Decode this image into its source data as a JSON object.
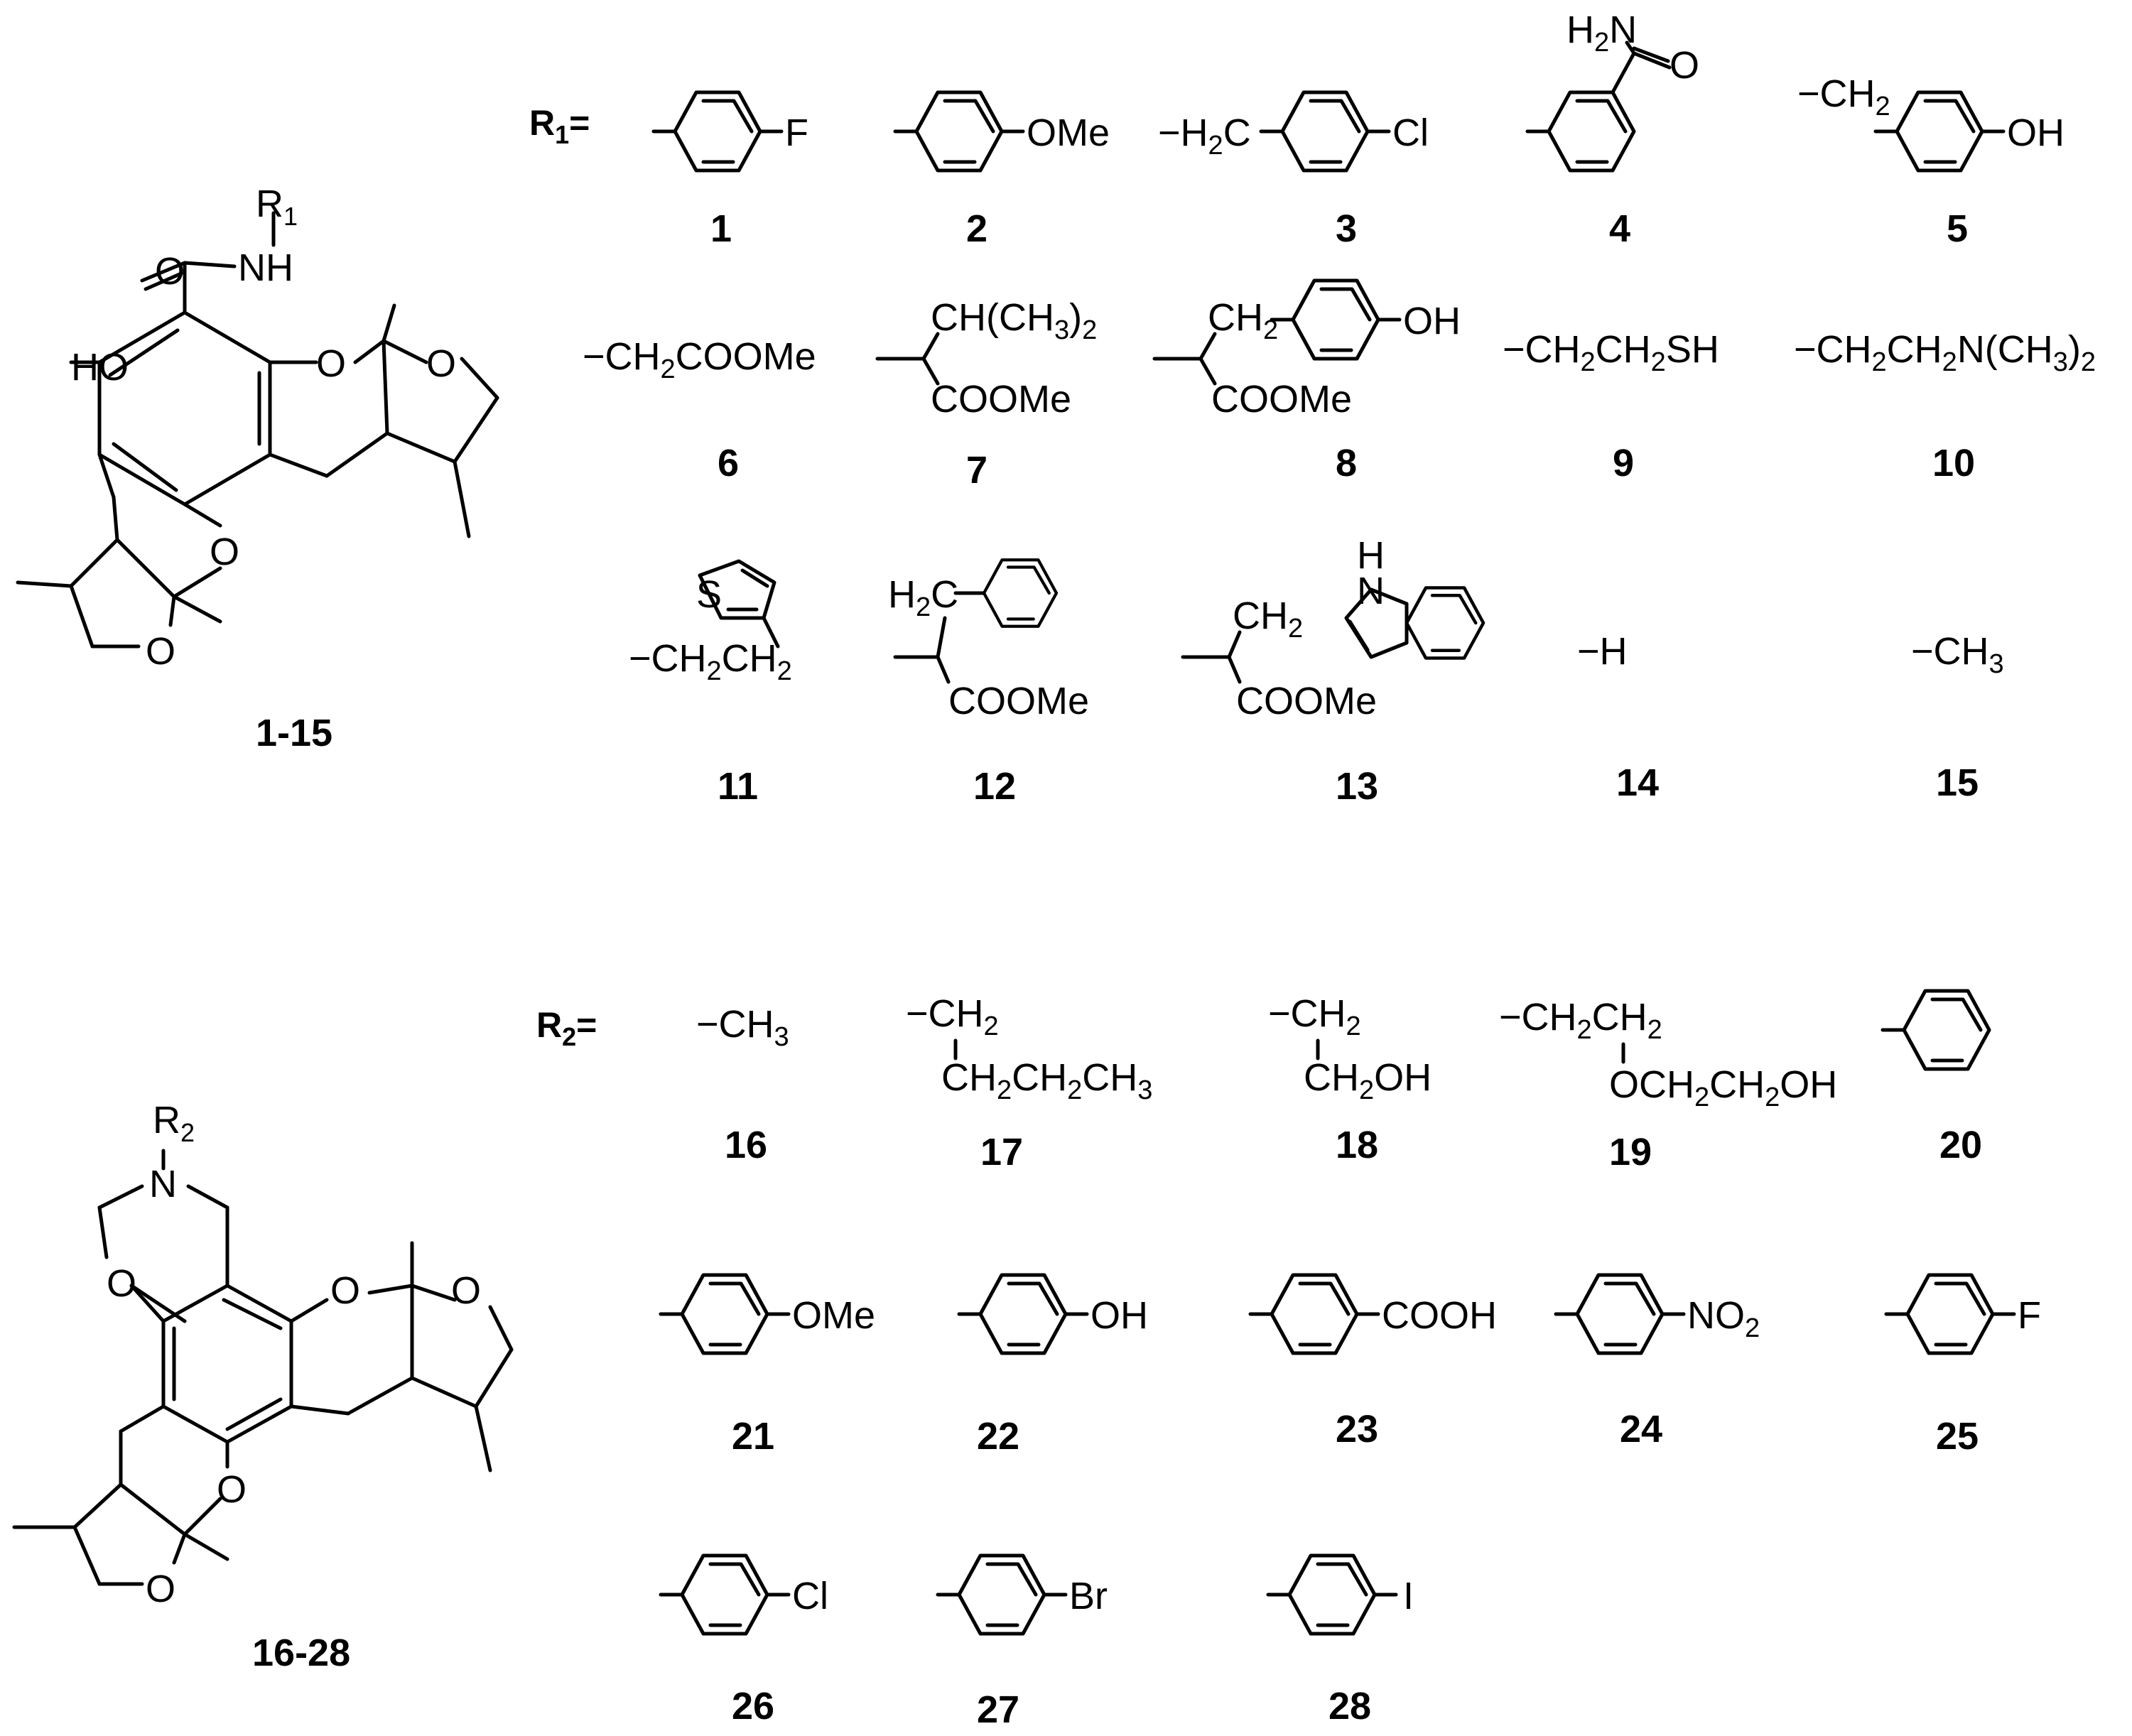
{
  "core1": {
    "compound_label": "1-15",
    "r_group_label": "R1",
    "atoms": {
      "nh": "NH",
      "o_carbonyl": "O",
      "ho": "HO",
      "o_ring": "O"
    }
  },
  "core2": {
    "compound_label": "16-28",
    "r_group_label": "R2",
    "atoms": {
      "n": "N",
      "o_ring": "O"
    }
  },
  "r1": {
    "header": "R1=",
    "items": [
      {
        "id": "1",
        "group": "F"
      },
      {
        "id": "2",
        "group": "OMe"
      },
      {
        "id": "3",
        "group": "−H2C−C6H4−Cl"
      },
      {
        "id": "4",
        "group": "H2N−C(=O)"
      },
      {
        "id": "5",
        "group": "−CH2−C6H4−OH"
      },
      {
        "id": "6",
        "group": "−CH2COOMe"
      },
      {
        "id": "7",
        "group": "CH(CH3)2 / COOMe"
      },
      {
        "id": "8",
        "group": "CH2−C6H4−OH / COOMe"
      },
      {
        "id": "9",
        "group": "−CH2CH2SH"
      },
      {
        "id": "10",
        "group": "−CH2CH2N(CH3)2"
      },
      {
        "id": "11",
        "group": "−CH2CH2 (thiophene S)"
      },
      {
        "id": "12",
        "group": "H2C−phenyl / COOMe"
      },
      {
        "id": "13",
        "group": "CH2−indole (H N) / COOMe"
      },
      {
        "id": "14",
        "group": "−H"
      },
      {
        "id": "15",
        "group": "−CH3"
      }
    ]
  },
  "r2": {
    "header": "R2=",
    "items": [
      {
        "id": "16",
        "group": "−CH3"
      },
      {
        "id": "17",
        "group": "−CH2 CH2CH2CH3"
      },
      {
        "id": "18",
        "group": "−CH2 CH2OH"
      },
      {
        "id": "19",
        "group": "−CH2CH2 OCH2CH2OH"
      },
      {
        "id": "20",
        "group": "phenyl"
      },
      {
        "id": "21",
        "group": "OMe"
      },
      {
        "id": "22",
        "group": "OH"
      },
      {
        "id": "23",
        "group": "COOH"
      },
      {
        "id": "24",
        "group": "NO2"
      },
      {
        "id": "25",
        "group": "F"
      },
      {
        "id": "26",
        "group": "Cl"
      },
      {
        "id": "27",
        "group": "Br"
      },
      {
        "id": "28",
        "group": "I"
      }
    ]
  }
}
